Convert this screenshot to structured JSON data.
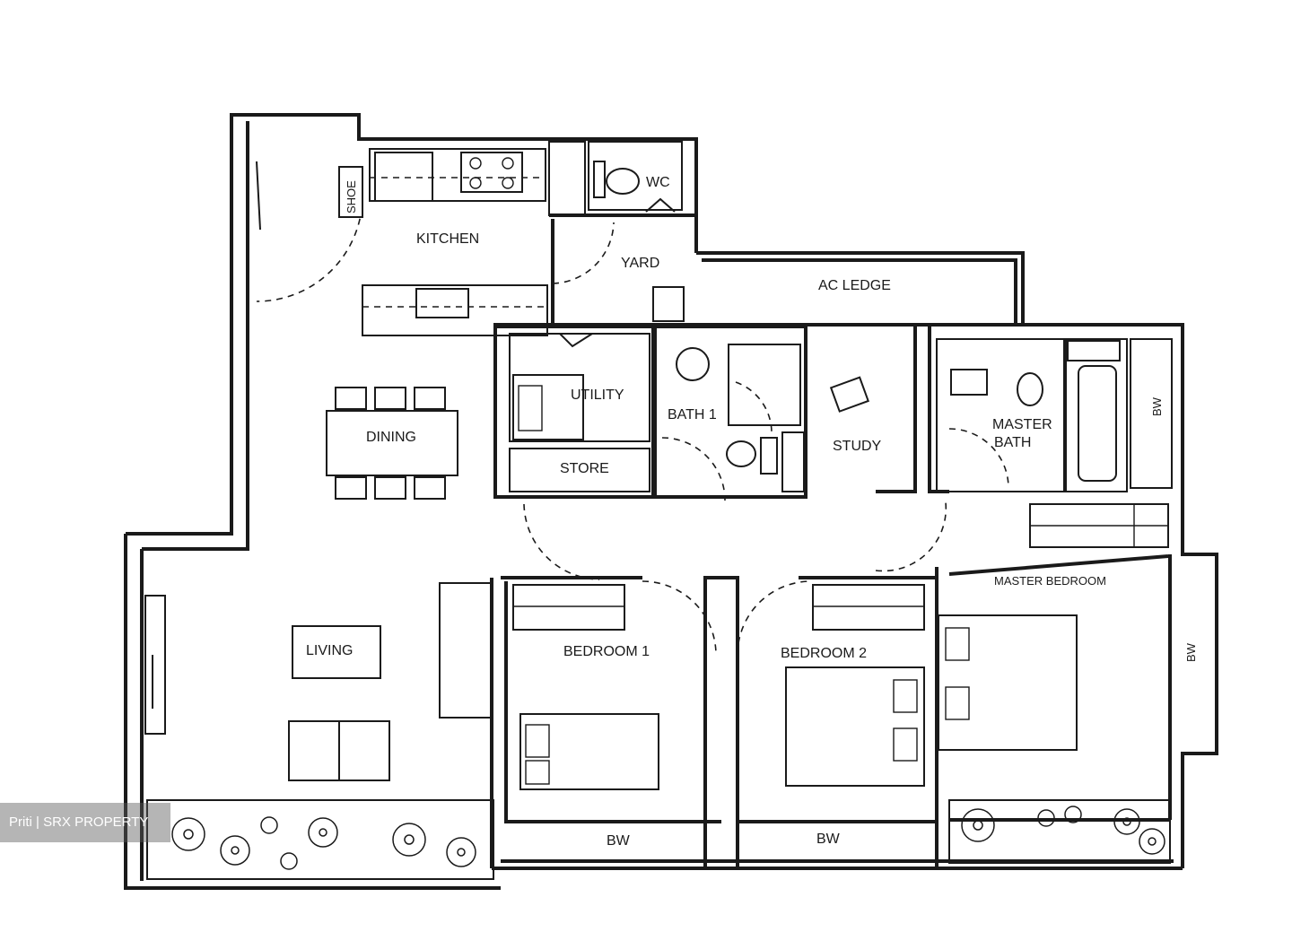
{
  "rooms": {
    "kitchen": "KITCHEN",
    "yard": "YARD",
    "wc": "WC",
    "shoe": "SHOE",
    "ac_ledge": "AC LEDGE",
    "utility": "UTILITY",
    "store": "STORE",
    "bath1": "BATH 1",
    "study": "STUDY",
    "master_bath": [
      "MASTER",
      "BATH"
    ],
    "dining": "DINING",
    "living": "LIVING",
    "bedroom1": "BEDROOM 1",
    "bedroom2": "BEDROOM 2",
    "master_bedroom": "MASTER BEDROOM",
    "bw": "BW"
  },
  "watermark": "Priti | SRX PROPERTY"
}
